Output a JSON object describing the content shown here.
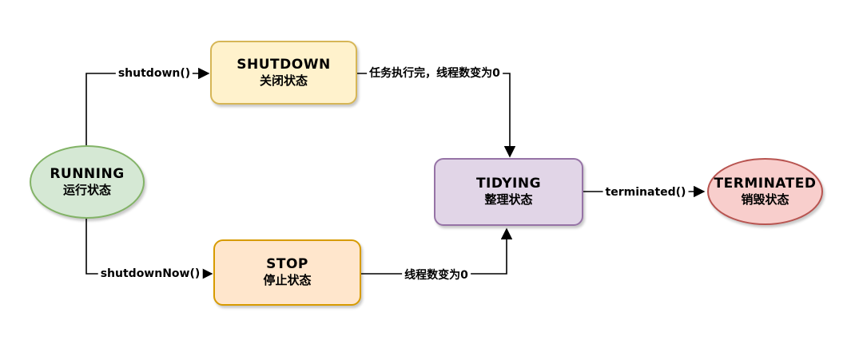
{
  "diagram": {
    "type": "state-transition-diagram",
    "nodes": {
      "running": {
        "name": "RUNNING",
        "label": "运行状态",
        "shape": "ellipse",
        "fill": "#d5e8d4",
        "stroke": "#82b366"
      },
      "shutdown": {
        "name": "SHUTDOWN",
        "label": "关闭状态",
        "shape": "rounded-rect",
        "fill": "#fff2cc",
        "stroke": "#d6b656"
      },
      "stop": {
        "name": "STOP",
        "label": "停止状态",
        "shape": "rounded-rect",
        "fill": "#ffe6cc",
        "stroke": "#d79b00"
      },
      "tidying": {
        "name": "TIDYING",
        "label": "整理状态",
        "shape": "rounded-rect",
        "fill": "#e1d5e7",
        "stroke": "#9673a6"
      },
      "terminated": {
        "name": "TERMINATED",
        "label": "销毁状态",
        "shape": "ellipse",
        "fill": "#f8cecc",
        "stroke": "#b85450"
      }
    },
    "edges": {
      "shutdown_call": {
        "label": "shutdown()",
        "from": "RUNNING",
        "to": "SHUTDOWN"
      },
      "tasks_done": {
        "label": "任务执行完，线程数变为0",
        "from": "SHUTDOWN",
        "to": "TIDYING"
      },
      "shutdown_now_call": {
        "label": "shutdownNow()",
        "from": "RUNNING",
        "to": "STOP"
      },
      "threads_zero": {
        "label": "线程数变为0",
        "from": "STOP",
        "to": "TIDYING"
      },
      "terminated_call": {
        "label": "terminated()",
        "from": "TIDYING",
        "to": "TERMINATED"
      }
    },
    "line_color": "#000000"
  }
}
